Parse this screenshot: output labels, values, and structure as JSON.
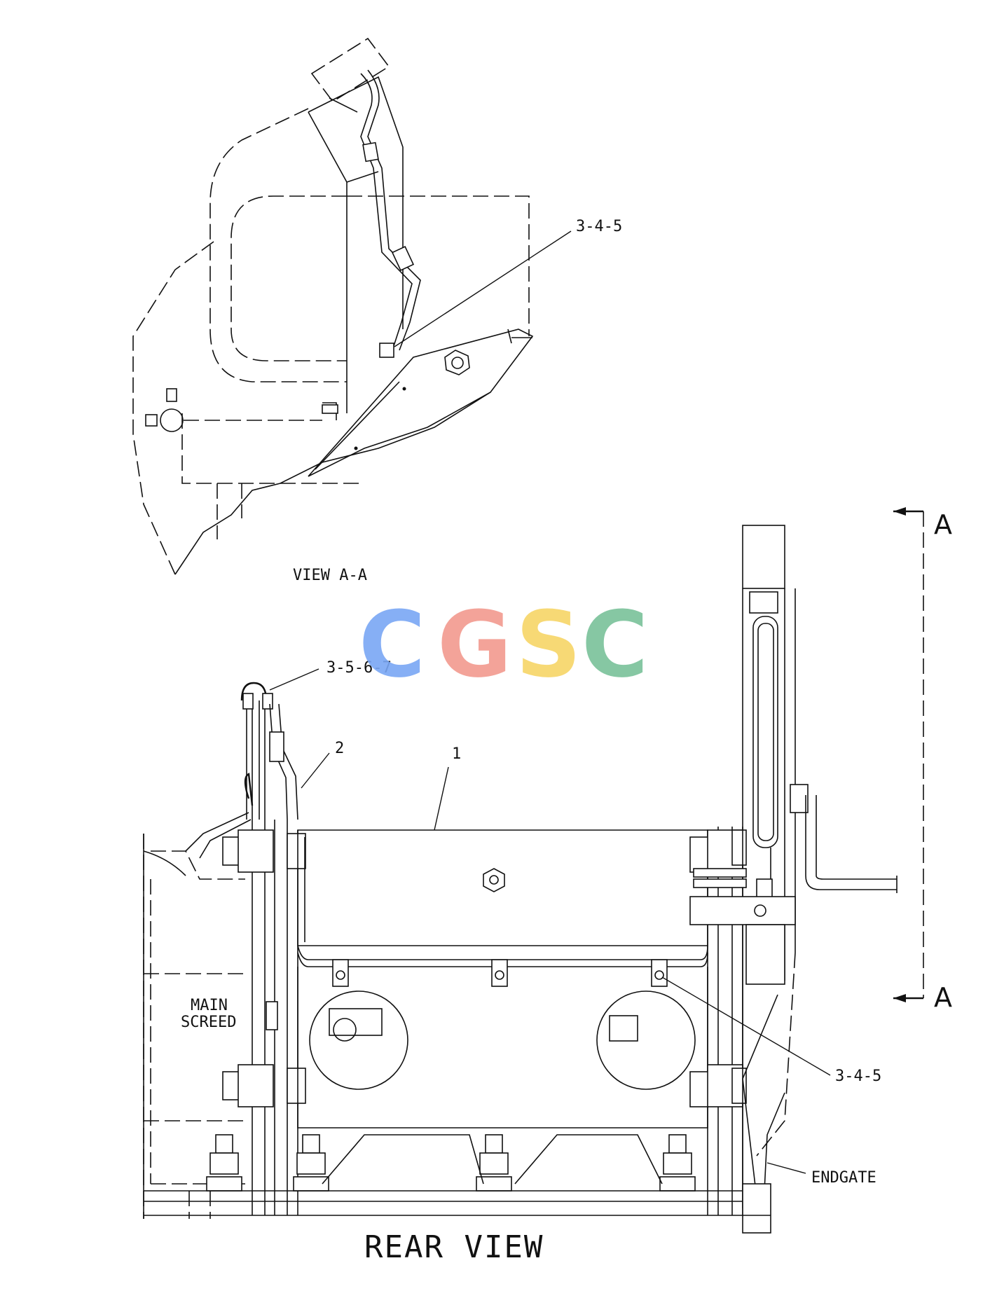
{
  "labels": {
    "callout_view_aa": "3-4-5",
    "view_aa_title": "VIEW A-A",
    "callout_top_left": "3-5-6-7",
    "callout_2": "2",
    "callout_1": "1",
    "callout_right": "3-4-5",
    "main_screed_line1": "MAIN",
    "main_screed_line2": "SCREED",
    "endgate": "ENDGATE",
    "rear_view": "REAR VIEW",
    "section_top": "A",
    "section_bottom": "A"
  },
  "watermark": {
    "letters": [
      "C",
      "G",
      "S",
      "C"
    ],
    "colors": [
      "#7aa7f5",
      "#f29a8f",
      "#f7d567",
      "#79c29a"
    ]
  }
}
